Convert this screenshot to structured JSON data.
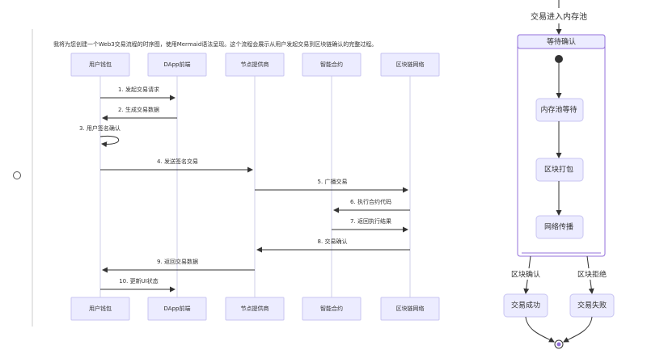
{
  "intro": "我将为您创建一个Web3交易流程的时序图，使用Mermaid语法呈现。这个流程会展示从用户发起交易到区块链确认的完整过程。",
  "sequence": {
    "participants": [
      "用户钱包",
      "DApp前端",
      "节点提供商",
      "智能合约",
      "区块链网络"
    ],
    "messages": [
      {
        "from": 0,
        "to": 1,
        "label": "1. 发起交易请求",
        "type": "solid"
      },
      {
        "from": 1,
        "to": 0,
        "label": "2. 生成交易数据",
        "type": "solid"
      },
      {
        "from": 0,
        "to": 0,
        "label": "3. 用户签名确认",
        "type": "self"
      },
      {
        "from": 0,
        "to": 2,
        "label": "4. 发送签名交易",
        "type": "solid"
      },
      {
        "from": 2,
        "to": 4,
        "label": "5. 广播交易",
        "type": "solid"
      },
      {
        "from": 4,
        "to": 3,
        "label": "6. 执行合约代码",
        "type": "solid"
      },
      {
        "from": 3,
        "to": 4,
        "label": "7. 返回执行结果",
        "type": "solid"
      },
      {
        "from": 4,
        "to": 2,
        "label": "8. 交易确认",
        "type": "solid"
      },
      {
        "from": 2,
        "to": 0,
        "label": "9. 返回交易数据",
        "type": "solid"
      },
      {
        "from": 0,
        "to": 1,
        "label": "10. 更新UI状态",
        "type": "solid"
      }
    ]
  },
  "state_diagram": {
    "entry_label": "交易进入内存池",
    "composite_title": "等待确认",
    "inner_states": [
      "内存池等待",
      "区块打包",
      "网络传播"
    ],
    "transitions": [
      "区块确认",
      "区块拒绝"
    ],
    "final_states": [
      "交易成功",
      "交易失败"
    ]
  },
  "colors": {
    "node_fill": "#ececff",
    "node_stroke": "#c8c4f2",
    "state_stroke": "#9370db",
    "line": "#333333",
    "lifeline": "#cfcfe8"
  }
}
